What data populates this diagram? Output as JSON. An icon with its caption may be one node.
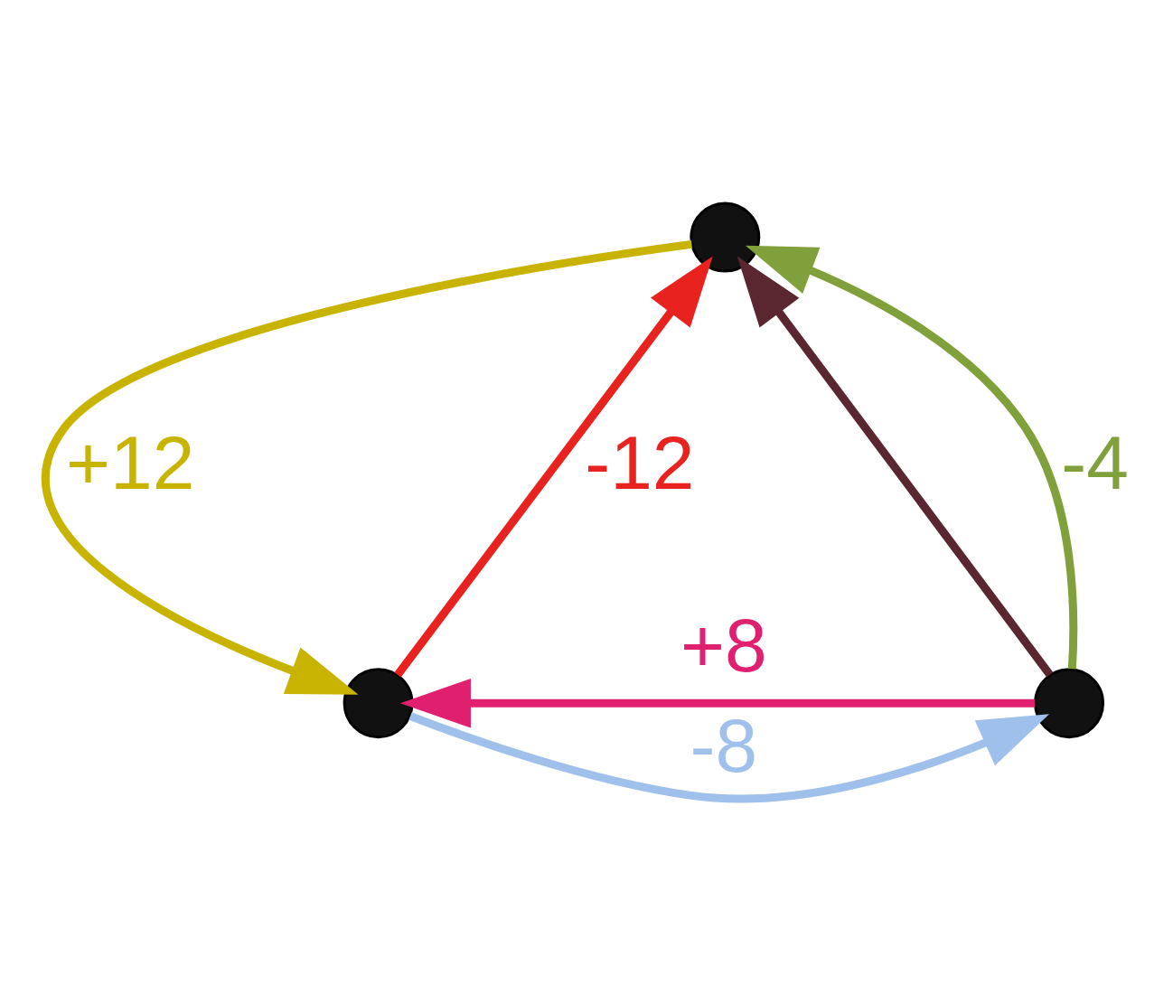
{
  "diagram": {
    "nodes": [
      {
        "text": [],
        "shape": "circle"
      },
      {
        "text": [],
        "shape": "circle"
      },
      {
        "text": [],
        "shape": "circle"
      }
    ],
    "edges": [
      {
        "from": 0,
        "to": 1,
        "arrow": "to",
        "label": "+12",
        "color": "#c8b400"
      },
      {
        "from": 1,
        "to": 0,
        "arrow": "to",
        "label": "-12",
        "color": "#e8231f"
      },
      {
        "from": 2,
        "to": 0,
        "arrow": "to",
        "color": "#5a2630"
      },
      {
        "from": 2,
        "to": 0,
        "arrow": "to",
        "label": "-4",
        "color": "#7fa03a"
      },
      {
        "from": 2,
        "to": 1,
        "arrow": "to",
        "label": "+8",
        "color": "#e0206e"
      },
      {
        "from": 1,
        "to": 2,
        "arrow": "to",
        "label": "-8",
        "color": "#9ec0ea"
      }
    ]
  }
}
